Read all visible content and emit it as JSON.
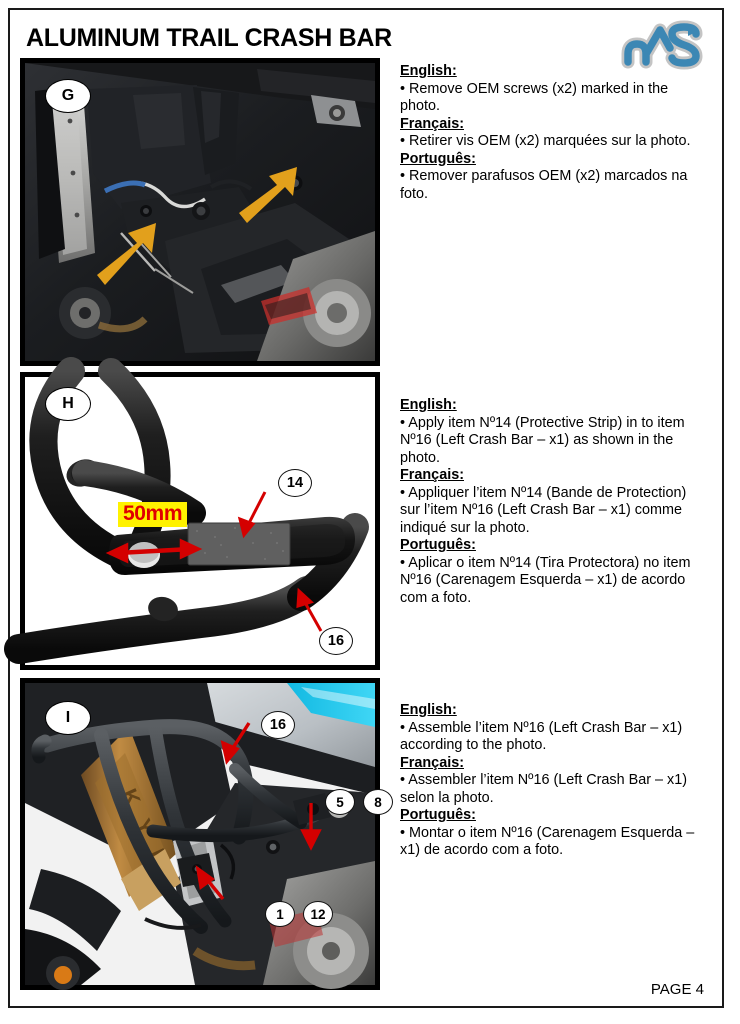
{
  "document": {
    "title": "ALUMINUM TRAIL CRASH BAR",
    "logo_text": "AS",
    "footer": "PAGE 4",
    "accent_colors": {
      "logo_blue": "#3C87B4",
      "logo_gray": "#BFBFBF",
      "arrow_amber": "#E2A01C",
      "callout_red": "#D40000",
      "label_yellow": "#FFF200",
      "label_text_red": "#E00000",
      "tank_cyan": "#17C3E8",
      "fork_bronze": "#8C6239"
    }
  },
  "panels": [
    {
      "id": "G",
      "badge": "G",
      "photo_caption_markers": [],
      "arrows": [
        {
          "name": "oem-screw-arrow-left",
          "color": "#E2A01C"
        },
        {
          "name": "oem-screw-arrow-right",
          "color": "#E2A01C"
        }
      ],
      "instructions": [
        {
          "language": "English:",
          "lines": [
            "• Remove OEM screws (x2) marked in the",
            "photo."
          ]
        },
        {
          "language": "Français:",
          "lines": [
            "• Retirer vis OEM (x2) marquées sur la photo."
          ]
        },
        {
          "language": "Português:",
          "lines": [
            "• Remover parafusos OEM (x2) marcados na",
            "foto."
          ]
        }
      ]
    },
    {
      "id": "H",
      "badge": "H",
      "dimension_label": "50mm",
      "callouts": [
        {
          "label": "14",
          "name": "callout-14"
        },
        {
          "label": "16",
          "name": "callout-16"
        }
      ],
      "instructions": [
        {
          "language": "English:",
          "lines": [
            "• Apply item Nº14 (Protective Strip) in to item",
            "Nº16 (Left Crash Bar – x1) as shown in the",
            "photo."
          ]
        },
        {
          "language": "Français:",
          "lines": [
            "• Appliquer l’item Nº14 (Bande de Protection)",
            "sur l’item Nº16 (Left Crash Bar – x1) comme",
            "indiqué sur la photo."
          ]
        },
        {
          "language": "Português:",
          "lines": [
            "• Aplicar o item Nº14 (Tira Protectora) no item",
            "Nº16 (Carenagem Esquerda – x1) de acordo",
            "com a foto."
          ]
        }
      ]
    },
    {
      "id": "I",
      "badge": "I",
      "callouts": [
        {
          "label": "16",
          "name": "callout-16"
        },
        {
          "label": "5",
          "name": "callout-5"
        },
        {
          "label": "8",
          "name": "callout-8"
        },
        {
          "label": "1",
          "name": "callout-1"
        },
        {
          "label": "12",
          "name": "callout-12"
        }
      ],
      "instructions": [
        {
          "language": "English:",
          "lines": [
            "• Assemble l’item Nº16 (Left Crash Bar – x1)",
            "according to the photo."
          ]
        },
        {
          "language": "Français:",
          "lines": [
            "• Assembler l’item Nº16 (Left Crash Bar – x1)",
            "selon la photo."
          ]
        },
        {
          "language": "Português:",
          "lines": [
            "• Montar o item Nº16 (Carenagem Esquerda –",
            "x1) de acordo com a foto."
          ]
        }
      ]
    }
  ]
}
